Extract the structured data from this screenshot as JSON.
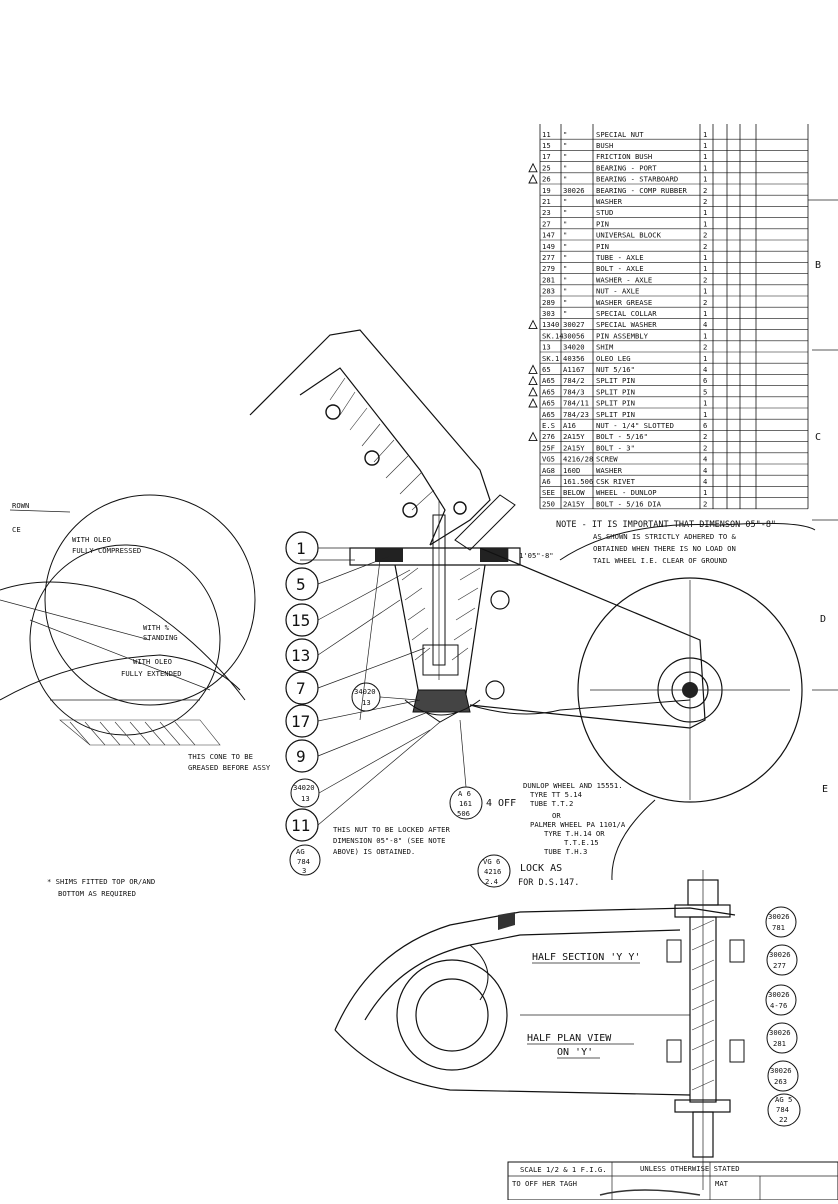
{
  "parts_table": {
    "rows": [
      {
        "mark": "",
        "item": "11",
        "part": "\"",
        "desc": "SPECIAL NUT",
        "qty": "1"
      },
      {
        "mark": "",
        "item": "15",
        "part": "\"",
        "desc": "BUSH",
        "qty": "1"
      },
      {
        "mark": "",
        "item": "17",
        "part": "\"",
        "desc": "FRICTION BUSH",
        "qty": "1"
      },
      {
        "mark": "warning",
        "item": "25",
        "part": "\"",
        "desc": "BEARING - PORT",
        "qty": "1"
      },
      {
        "mark": "warning",
        "item": "26",
        "part": "\"",
        "desc": "BEARING - STARBOARD",
        "qty": "1"
      },
      {
        "mark": "",
        "item": "19",
        "part": "30026",
        "desc": "BEARING - COMP RUBBER",
        "qty": "2"
      },
      {
        "mark": "",
        "item": "21",
        "part": "\"",
        "desc": "WASHER",
        "qty": "2"
      },
      {
        "mark": "",
        "item": "23",
        "part": "\"",
        "desc": "STUD",
        "qty": "1"
      },
      {
        "mark": "",
        "item": "27",
        "part": "\"",
        "desc": "PIN",
        "qty": "1"
      },
      {
        "mark": "",
        "item": "147",
        "part": "\"",
        "desc": "UNIVERSAL BLOCK",
        "qty": "2"
      },
      {
        "mark": "",
        "item": "149",
        "part": "\"",
        "desc": "PIN",
        "qty": "2"
      },
      {
        "mark": "",
        "item": "277",
        "part": "\"",
        "desc": "TUBE - AXLE",
        "qty": "1"
      },
      {
        "mark": "",
        "item": "279",
        "part": "\"",
        "desc": "BOLT - AXLE",
        "qty": "1"
      },
      {
        "mark": "",
        "item": "281",
        "part": "\"",
        "desc": "WASHER - AXLE",
        "qty": "2"
      },
      {
        "mark": "",
        "item": "283",
        "part": "\"",
        "desc": "NUT - AXLE",
        "qty": "1"
      },
      {
        "mark": "",
        "item": "289",
        "part": "\"",
        "desc": "WASHER GREASE",
        "qty": "2"
      },
      {
        "mark": "",
        "item": "303",
        "part": "\"",
        "desc": "SPECIAL COLLAR",
        "qty": "1"
      },
      {
        "mark": "warning",
        "item": "1340",
        "part": "30027",
        "desc": "SPECIAL WASHER",
        "qty": "4"
      },
      {
        "mark": "",
        "item": "SK.14",
        "part": "30056",
        "desc": "PIN ASSEMBLY",
        "qty": "1"
      },
      {
        "mark": "",
        "item": "13",
        "part": "34020",
        "desc": "SHIM",
        "qty": "2"
      },
      {
        "mark": "",
        "item": "SK.1",
        "part": "40356",
        "desc": "OLEO LEG",
        "qty": "1"
      },
      {
        "mark": "warning",
        "item": "65",
        "part": "A1167",
        "desc": "NUT 5/16\"",
        "qty": "4"
      },
      {
        "mark": "warning",
        "item": "A65",
        "part": "784/2",
        "desc": "SPLIT PIN",
        "qty": "6"
      },
      {
        "mark": "warning",
        "item": "A65",
        "part": "784/3",
        "desc": "SPLIT PIN",
        "qty": "5"
      },
      {
        "mark": "warning",
        "item": "A65",
        "part": "784/11",
        "desc": "SPLIT PIN",
        "qty": "1"
      },
      {
        "mark": "",
        "item": "A65",
        "part": "784/23",
        "desc": "SPLIT PIN",
        "qty": "1"
      },
      {
        "mark": "",
        "item": "E.S",
        "part": "A16",
        "desc": "NUT - 1/4\" SLOTTED",
        "qty": "6"
      },
      {
        "mark": "warning",
        "item": "276",
        "part": "2A15Y",
        "desc": "BOLT - 5/16\"",
        "qty": "2"
      },
      {
        "mark": "",
        "item": "25F",
        "part": "2A15Y",
        "desc": "BOLT - 3\"",
        "qty": "2"
      },
      {
        "mark": "",
        "item": "VG5",
        "part": "4216/28",
        "desc": "SCREW",
        "qty": "4"
      },
      {
        "mark": "",
        "item": "AG8",
        "part": "160D",
        "desc": "WASHER",
        "qty": "4"
      },
      {
        "mark": "",
        "item": "A6",
        "part": "161.506",
        "desc": "CSK RIVET",
        "qty": "4"
      },
      {
        "mark": "",
        "item": "SEE",
        "part": "BELOW",
        "desc": "WHEEL - DUNLOP",
        "qty": "1"
      },
      {
        "mark": "",
        "item": "250",
        "part": "2A15Y",
        "desc": "BOLT - 5/16 DIA",
        "qty": "2"
      }
    ]
  },
  "zone_letters": {
    "b": "B",
    "c": "C",
    "d": "D",
    "e": "E"
  },
  "balloons": {
    "b1": "1",
    "b5": "5",
    "b15": "15",
    "b13": "13",
    "b7": "7",
    "b17": "17",
    "b9": "9",
    "b11": "11",
    "ref_34020_a": "34020",
    "ref_13": "13",
    "ref_34020_b": "34020",
    "ref_13b": "13",
    "ref_ag_a": "AG",
    "ref_ag_b": "784",
    "ref_ag_c": "3",
    "ref_a6_a": "A 6",
    "ref_a6_b": "161",
    "ref_a6_c": "506",
    "ref_vg_a": "VG 6",
    "ref_vg_b": "4216",
    "ref_vg_c": "2.4",
    "r_30026_781_a": "30026",
    "r_30026_781_b": "781",
    "r_30026_277_a": "30026",
    "r_30026_277_b": "277",
    "r_30026_476_a": "30026",
    "r_30026_476_b": "4-76",
    "r_30026_281_a": "30026",
    "r_30026_281_b": "281",
    "r_30026_263_a": "30026",
    "r_30026_263_b": "263",
    "r_ag_22_a": "AG 5",
    "r_ag_22_b": "784",
    "r_ag_22_c": "22"
  },
  "notes": {
    "note_line1": "NOTE -  IT IS IMPORTANT THAT DIMENSON 05\"-8\"",
    "note_line2": "AS SHOWN IS STRICTLY ADHERED TO &",
    "note_line3": "OBTAINED WHEN THERE IS NO LOAD ON",
    "note_line4": "TAIL WHEEL I.E. CLEAR OF GROUND",
    "dim": "1'05\"-8\"",
    "oleo_comp_1": "WITH OLEO",
    "oleo_comp_2": "FULLY COMPRESSED",
    "oleo_static_1": "WITH %",
    "oleo_static_2": "STANDING",
    "oleo_ext_1": "WITH OLEO",
    "oleo_ext_2": "FULLY EXTENDED",
    "down": "ROWN",
    "ce": "CE",
    "cone_1": "THIS CONE TO BE",
    "cone_2": "GREASED BEFORE ASSY",
    "nut_1": "THIS NUT TO BE LOCKED AFTER",
    "nut_2": "DIMENSION 05\"-8\" (SEE NOTE",
    "nut_3": "ABOVE) IS OBTAINED.",
    "four_off": "4 OFF",
    "dunlop_1": "DUNLOP WHEEL AND 15551.",
    "dunlop_2": "TYRE  TT 5.14",
    "dunlop_3": "TUBE  T.T.2",
    "dunlop_4": "OR",
    "dunlop_5": "PALMER WHEEL PA 1101/A",
    "dunlop_6": "TYRE T.H.14 OR",
    "dunlop_7": "T.T.E.15",
    "dunlop_8": "TUBE T.H.3",
    "lock_1": "LOCK AS",
    "lock_2": "FOR D.S.147.",
    "shims_1": "* SHIMS FITTED TOP OR/AND",
    "shims_2": "BOTTOM AS REQUIRED",
    "half_section": "HALF SECTION 'Y Y'",
    "half_plan_1": "HALF PLAN VIEW",
    "half_plan_2": "ON 'Y'",
    "title_scale": "SCALE 1/2 & 1  F.I.G.",
    "title_to": "TO OFF HER  TAGH",
    "title_mat": "MAT",
    "title_misc": "UNLESS OTHERWISE STATED"
  }
}
